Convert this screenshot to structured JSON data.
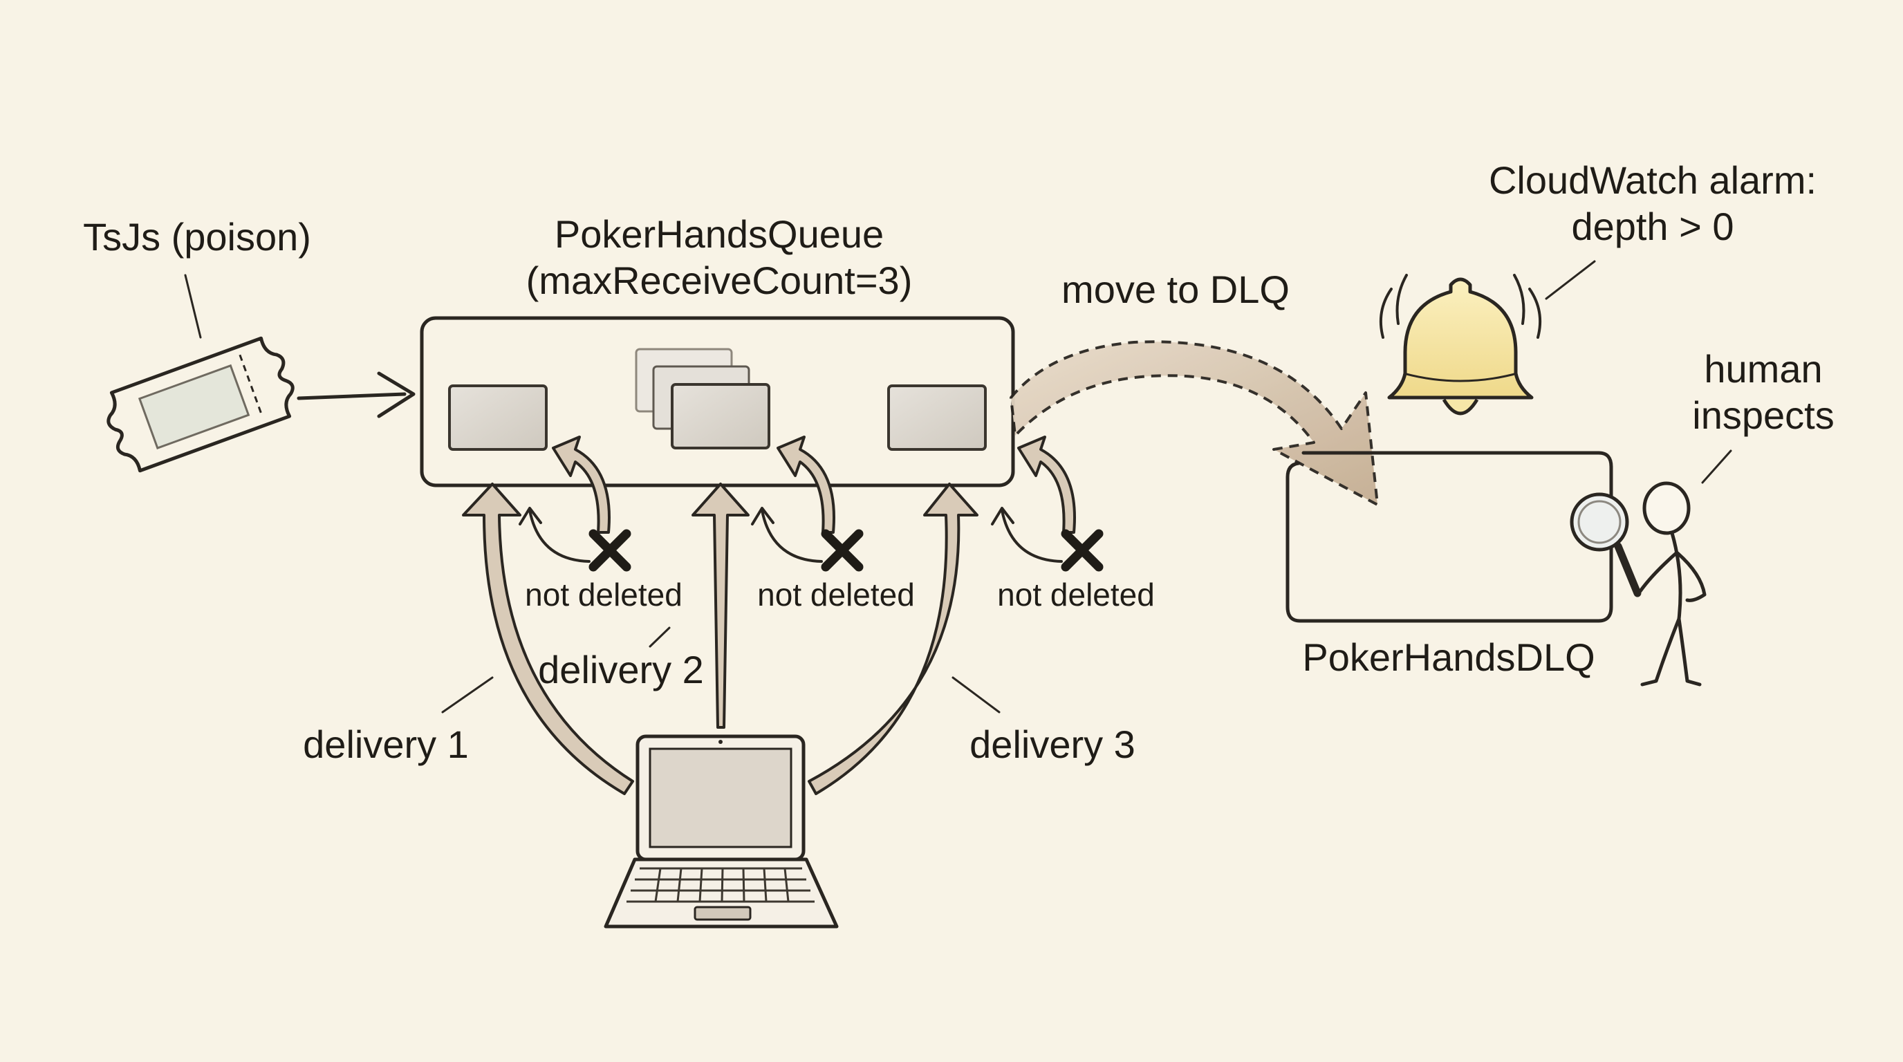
{
  "poison_message": {
    "label": "TsJs (poison)"
  },
  "queue": {
    "name": "PokerHandsQueue",
    "config": "(maxReceiveCount=3)"
  },
  "deliveries": [
    {
      "label": "delivery 1",
      "result": "not deleted"
    },
    {
      "label": "delivery 2",
      "result": "not deleted"
    },
    {
      "label": "delivery 3",
      "result": "not deleted"
    }
  ],
  "move_arrow": {
    "label": "move to DLQ"
  },
  "dlq": {
    "name": "PokerHandsDLQ"
  },
  "alarm": {
    "line1": "CloudWatch alarm:",
    "line2": "depth > 0"
  },
  "inspector": {
    "line1": "human",
    "line2": "inspects"
  },
  "colors": {
    "background": "#f8f3e6",
    "ink": "#2a2621",
    "arrow_fill": "#d9cbb8",
    "message_fill": "#dcd7cf",
    "bell_fill": "#f6e7a8",
    "ticket_fill": "#f3e8b0",
    "move_arrow_fill": "#c9b49a"
  }
}
